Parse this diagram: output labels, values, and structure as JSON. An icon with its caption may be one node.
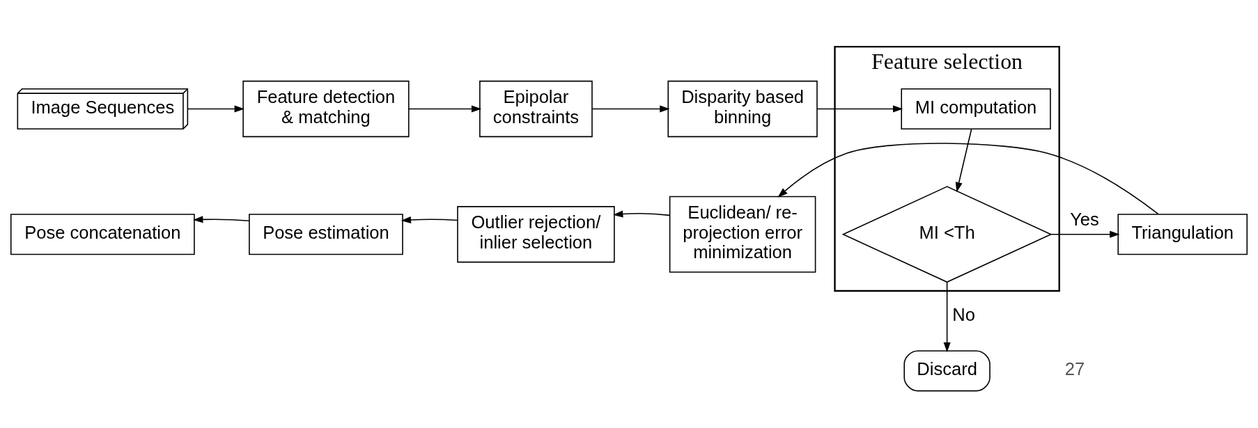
{
  "diagram": {
    "nodes": [
      {
        "text": [
          "Image Sequences"
        ]
      },
      {
        "text": [
          "Feature detection & matching"
        ]
      },
      {
        "text": [
          "Epipolar constraints"
        ]
      },
      {
        "text": [
          "Disparity based binning"
        ]
      },
      {
        "text": [
          "Feature selection"
        ]
      },
      {
        "text": [
          "MI computation"
        ],
        "in": 4
      },
      {
        "text": [
          "MI <Th"
        ],
        "in": 4
      },
      {
        "text": [
          "Triangulation"
        ]
      },
      {
        "text": [
          "Euclidean/ re-projection error minimization"
        ]
      },
      {
        "text": [
          "Outlier rejection/ inlier selection"
        ]
      },
      {
        "text": [
          "Pose estimation"
        ]
      },
      {
        "text": [
          "Pose concatenation"
        ]
      },
      {
        "text": [
          "Discard"
        ]
      }
    ],
    "edges": [
      {
        "from": 0,
        "to": 1,
        "arrow": "to"
      },
      {
        "from": 1,
        "to": 2,
        "arrow": "to"
      },
      {
        "from": 2,
        "to": 3,
        "arrow": "to"
      },
      {
        "from": 3,
        "to": 5,
        "arrow": "to"
      },
      {
        "from": 5,
        "to": 6,
        "arrow": "to"
      },
      {
        "from": 6,
        "to": 7,
        "arrow": "to",
        "label": "Yes"
      },
      {
        "from": 7,
        "to": 8,
        "arrow": "to"
      },
      {
        "from": 8,
        "to": 9,
        "arrow": "to"
      },
      {
        "from": 9,
        "to": 10,
        "arrow": "to"
      },
      {
        "from": 10,
        "to": 11,
        "arrow": "to"
      },
      {
        "from": 6,
        "to": 12,
        "arrow": "to",
        "label": "No"
      }
    ],
    "labels": [
      "27"
    ]
  }
}
